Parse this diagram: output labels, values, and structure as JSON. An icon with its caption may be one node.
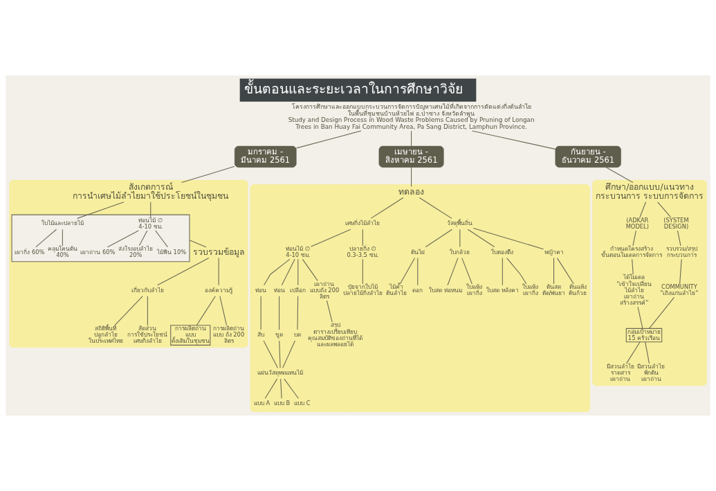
{
  "diagram": {
    "title": "ขั้นตอนและระยะเวลาในการศึกษาวิจัย",
    "nodes": [
      {
        "text": [
          "โครงการศึกษาและออกแบบกระบวนการจัดการปัญหาเศษไม้ที่เกิดจากการตัดแต่งกิ่งต้นลำไย ในพื้นที่ชุมชนบ้านห้วยไฟ อ.ป่าซาง จังหวัดลำพูน",
          "Study and Design Process in Wood Waste Problems Caused by Pruning of Longan Trees in Ban Huay Fai Community Area, Pa Sang District, Lamphun Province."
        ]
      },
      {
        "text": [
          "มกราคม - มีนาคม 2561"
        ]
      },
      {
        "text": [
          "เมษายน - สิงหาคม 2561"
        ]
      },
      {
        "text": [
          "กันยายน - ธันวาคม 2561"
        ]
      },
      {
        "text": [],
        "shape": "box"
      },
      {
        "text": [
          "สังเกตการณ์",
          "การนำเศษไม้ลำไยมาใช้ประโยชน์ในชุมชน"
        ],
        "in": 4
      },
      {
        "text": [],
        "shape": "box",
        "in": 4
      },
      {
        "text": [
          "ท่อนไม้ ∅ 4-10 ซม."
        ],
        "in": 6
      },
      {
        "text": [
          "ใบไม้และปลายไม้"
        ],
        "in": 6
      },
      {
        "text": [
          "เผาถ่าน 60%"
        ],
        "in": 6
      },
      {
        "text": [
          "ส่งโรงอบลำไย 20%"
        ],
        "in": 6
      },
      {
        "text": [
          "ไม้ฟืน 10%"
        ],
        "in": 6
      },
      {
        "text": [
          "เผากิ่ง 60%"
        ],
        "in": 6
      },
      {
        "text": [
          "คลุมโคนต้น 40%"
        ],
        "in": 6
      },
      {
        "text": [
          "รวบรวมข้อมูล"
        ],
        "in": 4
      },
      {
        "text": [
          "เกี่ยวกับลำไย"
        ],
        "in": 4
      },
      {
        "text": [
          "องค์ความรู้"
        ],
        "in": 4
      },
      {
        "text": [
          "สถิติพื้นที่ ปลูกลำไย ในประเทศไทย"
        ],
        "in": 4
      },
      {
        "text": [
          "สัดส่วน การใช้ประโยชน์ เศษกิ่งลำไย"
        ],
        "in": 4
      },
      {
        "text": [
          "การผลิตถ่าน แบบ ดั้งเดิมในชุมชน"
        ],
        "in": 4
      },
      {
        "text": [
          "การผลิตถ่าน แบบ ถัง 200 ลิตร"
        ],
        "in": 4
      },
      {
        "text": [],
        "shape": "box"
      },
      {
        "text": [
          "ทดลอง"
        ],
        "in": 21
      },
      {
        "text": [
          "เศษกิ่งไม้ลำไย"
        ],
        "in": 21
      },
      {
        "text": [
          "ท่อนไม้ ∅ 4-10 ซม."
        ],
        "in": 21
      },
      {
        "text": [
          "ปลายกิ่ง ∅ 0.3-3.5 ซม."
        ],
        "in": 21
      },
      {
        "text": [
          "ท่อน"
        ],
        "in": 21
      },
      {
        "text": [
          "ท่อน"
        ],
        "in": 21
      },
      {
        "text": [
          "เปลือก"
        ],
        "in": 21
      },
      {
        "text": [
          "เผาถ่าน แบบถัง 200 ลิตร"
        ],
        "in": 21
      },
      {
        "text": [
          "ปุ๋ยจากใบไม้ ปลายไม้กิ่งลำไย"
        ],
        "in": 21
      },
      {
        "text": [
          "สับ"
        ],
        "in": 21
      },
      {
        "text": [
          "ขูด"
        ],
        "in": 21
      },
      {
        "text": [
          "บด"
        ],
        "in": 21
      },
      {
        "text": [
          "สรุป ตารางเปรียบเทียบ คุณสมบัติของถ่านที่ได้ และผลพลอยได้"
        ],
        "in": 21
      },
      {
        "text": [
          "แผ่นวัสดุทดแทนไม้"
        ],
        "in": 21
      },
      {
        "text": [
          "แบบ A"
        ],
        "in": 21
      },
      {
        "text": [
          "แบบ B"
        ],
        "in": 21
      },
      {
        "text": [
          "แบบ C"
        ],
        "in": 21
      },
      {
        "text": [
          "วัสดุพื้นถิ่น"
        ],
        "in": 21
      },
      {
        "text": [
          "ต้นไผ่"
        ],
        "in": 21
      },
      {
        "text": [
          "ใบกล้วย"
        ],
        "in": 21
      },
      {
        "text": [
          "ใบตองตึง"
        ],
        "in": 21
      },
      {
        "text": [
          "หญ้าคา"
        ],
        "in": 21
      },
      {
        "text": [
          "ไม้ค้ำ ต้นลำไย"
        ],
        "in": 21
      },
      {
        "text": [
          "ดอก"
        ],
        "in": 21
      },
      {
        "text": [
          "ใบสด ห่อหนม"
        ],
        "in": 21
      },
      {
        "text": [
          "ใบแห้ง เผากิ่ง"
        ],
        "in": 21
      },
      {
        "text": [
          "ใบสด หลังคา"
        ],
        "in": 21
      },
      {
        "text": [
          "ใบแห้ง เผากิ่ง"
        ],
        "in": 21
      },
      {
        "text": [
          "ต้นสด ตัด/พ่นยา"
        ],
        "in": 21
      },
      {
        "text": [
          "ต้นแห้ง ต้นก้วย"
        ],
        "in": 21
      },
      {
        "text": [],
        "shape": "box"
      },
      {
        "text": [
          "ศึกษา/ออกแบบ/แนวทาง",
          "กระบวนการ ระบบการจัดการ"
        ],
        "in": 52
      },
      {
        "text": [
          "(ADKAR MODEL)"
        ],
        "in": 52
      },
      {
        "text": [
          "(SYSTEM DESIGN)"
        ],
        "in": 52
      },
      {
        "text": [
          "กำหนดโครงสร้าง ขั้นตอนโมเดลการจัดการ"
        ],
        "in": 52
      },
      {
        "text": [
          "รวบรวม/สรุป กระบวนการ"
        ],
        "in": 52
      },
      {
        "text": [
          "ได้โมเดล \"เข้าใจเปลี่ยน ไม้ลำไย เผาถ่าน สร้างสรรค์\""
        ],
        "in": 52
      },
      {
        "text": [
          "COMMUNITY \"เถิงแก่นลำไย\""
        ],
        "in": 52
      },
      {
        "text": [
          "กลุ่มเป้าหมาย 15 ครัวเรือน"
        ],
        "in": 52
      },
      {
        "text": [
          "มีสวนลำไย ราดสาร เผาถ่าน"
        ],
        "in": 52
      },
      {
        "text": [
          "มีสวนลำไย พักต้น เผาถ่าน"
        ],
        "in": 52
      }
    ],
    "edges": [
      {
        "from": 0,
        "to": 1,
        "arrow": "none"
      },
      {
        "from": 0,
        "to": 2,
        "arrow": "none"
      },
      {
        "from": 0,
        "to": 3,
        "arrow": "none"
      },
      {
        "from": 1,
        "to": 5,
        "arrow": "none"
      },
      {
        "from": 2,
        "to": 22,
        "arrow": "none"
      },
      {
        "from": 3,
        "to": 53,
        "arrow": "none"
      },
      {
        "from": 5,
        "to": 7,
        "arrow": "none"
      },
      {
        "from": 5,
        "to": 8,
        "arrow": "none"
      },
      {
        "from": 7,
        "to": 9,
        "arrow": "none"
      },
      {
        "from": 7,
        "to": 10,
        "arrow": "none"
      },
      {
        "from": 7,
        "to": 11,
        "arrow": "none"
      },
      {
        "from": 8,
        "to": 12,
        "arrow": "none"
      },
      {
        "from": 8,
        "to": 13,
        "arrow": "none"
      },
      {
        "from": 6,
        "to": 14,
        "arrow": "none"
      },
      {
        "from": 14,
        "to": 15,
        "arrow": "none"
      },
      {
        "from": 14,
        "to": 16,
        "arrow": "none"
      },
      {
        "from": 15,
        "to": 17,
        "arrow": "none"
      },
      {
        "from": 15,
        "to": 18,
        "arrow": "none"
      },
      {
        "from": 16,
        "to": 19,
        "arrow": "none"
      },
      {
        "from": 16,
        "to": 20,
        "arrow": "none"
      },
      {
        "from": 22,
        "to": 23,
        "arrow": "none"
      },
      {
        "from": 22,
        "to": 39,
        "arrow": "none"
      },
      {
        "from": 23,
        "to": 24,
        "arrow": "none"
      },
      {
        "from": 23,
        "to": 25,
        "arrow": "none"
      },
      {
        "from": 24,
        "to": 26,
        "arrow": "none"
      },
      {
        "from": 24,
        "to": 27,
        "arrow": "none"
      },
      {
        "from": 24,
        "to": 28,
        "arrow": "none"
      },
      {
        "from": 24,
        "to": 29,
        "arrow": "none"
      },
      {
        "from": 25,
        "to": 30,
        "arrow": "none"
      },
      {
        "from": 26,
        "to": 31,
        "arrow": "none"
      },
      {
        "from": 27,
        "to": 32,
        "arrow": "none"
      },
      {
        "from": 28,
        "to": 33,
        "arrow": "none"
      },
      {
        "from": 29,
        "to": 34,
        "arrow": "none"
      },
      {
        "from": 31,
        "to": 35,
        "arrow": "none"
      },
      {
        "from": 32,
        "to": 35,
        "arrow": "none"
      },
      {
        "from": 33,
        "to": 35,
        "arrow": "none"
      },
      {
        "from": 35,
        "to": 36,
        "arrow": "none"
      },
      {
        "from": 35,
        "to": 37,
        "arrow": "none"
      },
      {
        "from": 35,
        "to": 38,
        "arrow": "none"
      },
      {
        "from": 39,
        "to": 40,
        "arrow": "none"
      },
      {
        "from": 39,
        "to": 41,
        "arrow": "none"
      },
      {
        "from": 39,
        "to": 42,
        "arrow": "none"
      },
      {
        "from": 39,
        "to": 43,
        "arrow": "none"
      },
      {
        "from": 40,
        "to": 44,
        "arrow": "none"
      },
      {
        "from": 40,
        "to": 45,
        "arrow": "none"
      },
      {
        "from": 41,
        "to": 46,
        "arrow": "none"
      },
      {
        "from": 41,
        "to": 47,
        "arrow": "none"
      },
      {
        "from": 42,
        "to": 48,
        "arrow": "none"
      },
      {
        "from": 42,
        "to": 49,
        "arrow": "none"
      },
      {
        "from": 43,
        "to": 50,
        "arrow": "none"
      },
      {
        "from": 43,
        "to": 51,
        "arrow": "none"
      },
      {
        "from": 53,
        "to": 54,
        "arrow": "none"
      },
      {
        "from": 53,
        "to": 55,
        "arrow": "none"
      },
      {
        "from": 54,
        "to": 56,
        "arrow": "none"
      },
      {
        "from": 55,
        "to": 57,
        "arrow": "none"
      },
      {
        "from": 56,
        "to": 58,
        "arrow": "none"
      },
      {
        "from": 57,
        "to": 59,
        "arrow": "none"
      },
      {
        "from": 58,
        "to": 60,
        "arrow": "none"
      },
      {
        "from": 59,
        "to": 60,
        "arrow": "none"
      },
      {
        "from": 60,
        "to": 61,
        "arrow": "none"
      },
      {
        "from": 60,
        "to": 62,
        "arrow": "none"
      }
    ]
  }
}
